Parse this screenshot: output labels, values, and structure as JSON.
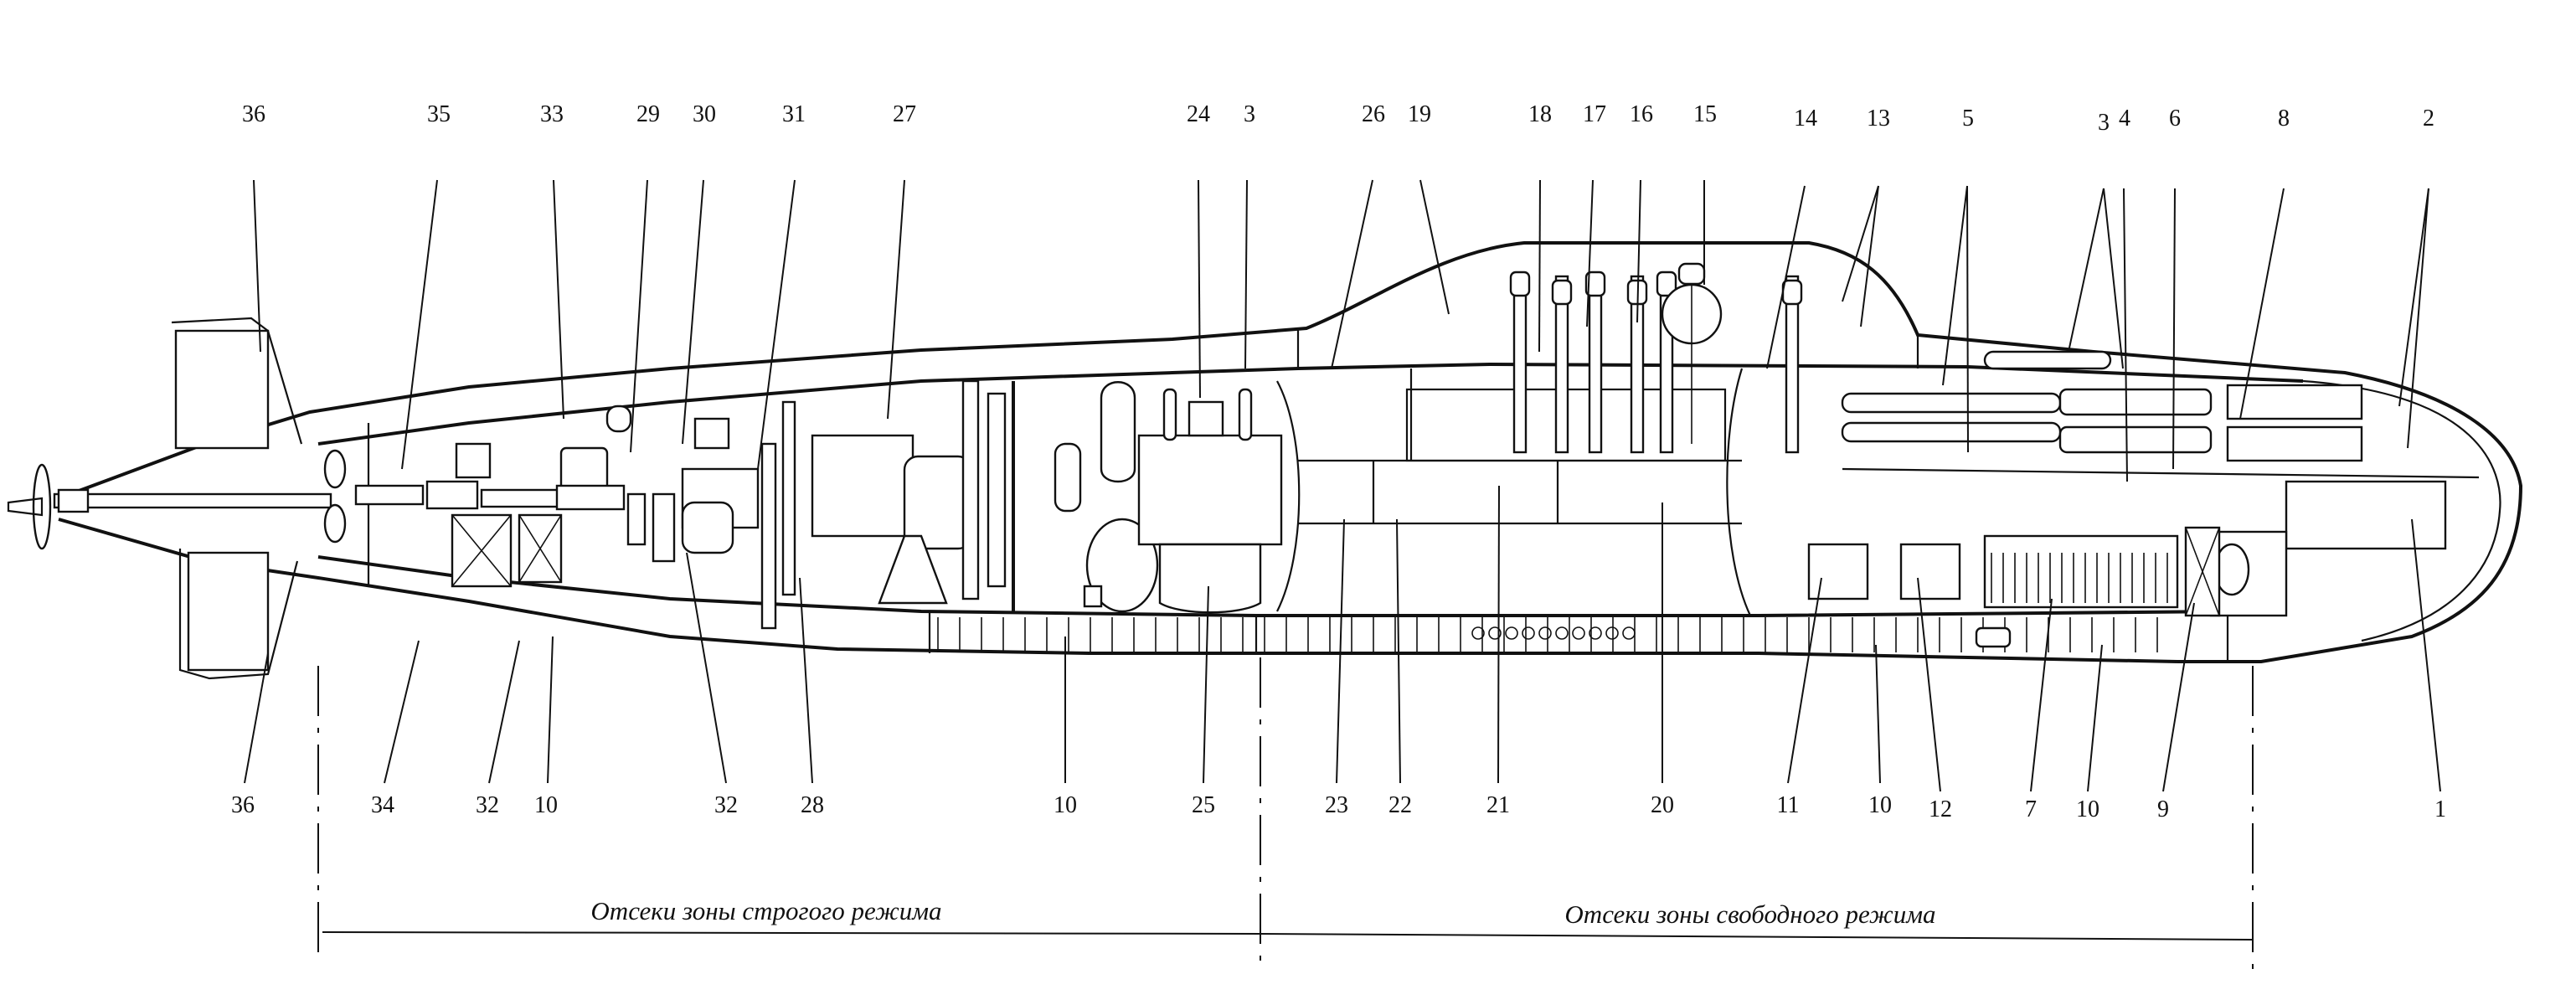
{
  "diagram": {
    "type": "technical-cutaway",
    "subject": "submarine longitudinal section",
    "zones": [
      {
        "id": "strict",
        "label": "Отсеки зоны строгого режима"
      },
      {
        "id": "free",
        "label": "Отсеки зоны свободного режима"
      }
    ],
    "callouts_top": [
      "36",
      "35",
      "33",
      "29",
      "30",
      "31",
      "27",
      "24",
      "3",
      "26",
      "19",
      "18",
      "17",
      "16",
      "15",
      "14",
      "13",
      "5",
      "3",
      "4",
      "6",
      "8",
      "2"
    ],
    "callouts_bottom": [
      "36",
      "34",
      "32",
      "10",
      "32",
      "28",
      "10",
      "25",
      "23",
      "22",
      "21",
      "20",
      "11",
      "10",
      "12",
      "7",
      "10",
      "9",
      "1"
    ]
  }
}
